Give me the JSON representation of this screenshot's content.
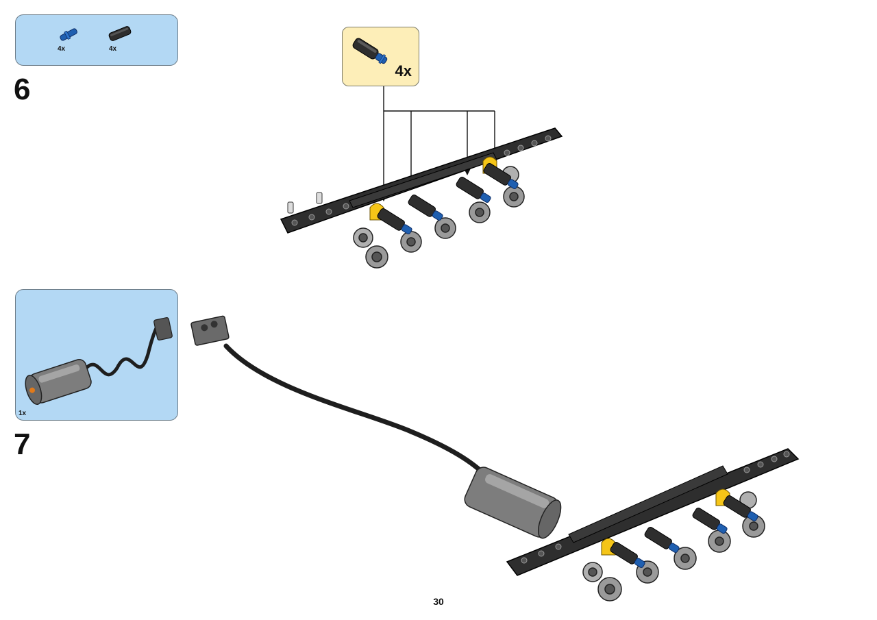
{
  "step6": {
    "number": "6",
    "parts": [
      {
        "name": "blue-axle-pin-icon",
        "qty": "4x"
      },
      {
        "name": "black-axle-pin-icon",
        "qty": "4x"
      }
    ],
    "callout_qty": "4x"
  },
  "step7": {
    "number": "7",
    "parts": [
      {
        "name": "power-functions-motor-icon",
        "qty": "1x"
      }
    ]
  },
  "page_number": "30",
  "colors": {
    "parts_box": "#b3d8f4",
    "callout_box": "#fdeeb8",
    "beam": "#2e2e2e",
    "axle_blue": "#1f5fb0",
    "clip_yellow": "#f5c518",
    "wheel_gray": "#9a9a9a"
  }
}
